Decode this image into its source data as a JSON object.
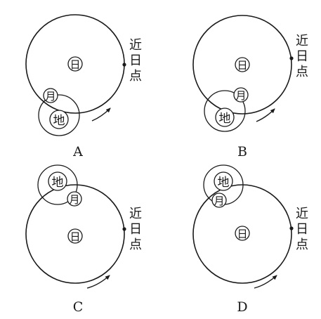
{
  "panels": [
    {
      "label": "A",
      "sun": "日",
      "earth": "地",
      "moon": "月",
      "perihelion": [
        "近",
        "日",
        "点"
      ]
    },
    {
      "label": "B",
      "sun": "日",
      "earth": "地",
      "moon": "月",
      "perihelion": [
        "近",
        "日",
        "点"
      ]
    },
    {
      "label": "C",
      "sun": "日",
      "earth": "地",
      "moon": "月",
      "perihelion": [
        "近",
        "日",
        "点"
      ]
    },
    {
      "label": "D",
      "sun": "日",
      "earth": "地",
      "moon": "月",
      "perihelion": [
        "近",
        "日",
        "点"
      ]
    }
  ],
  "colors": {
    "ink": "#1a1a1a",
    "background": "#ffffff"
  }
}
